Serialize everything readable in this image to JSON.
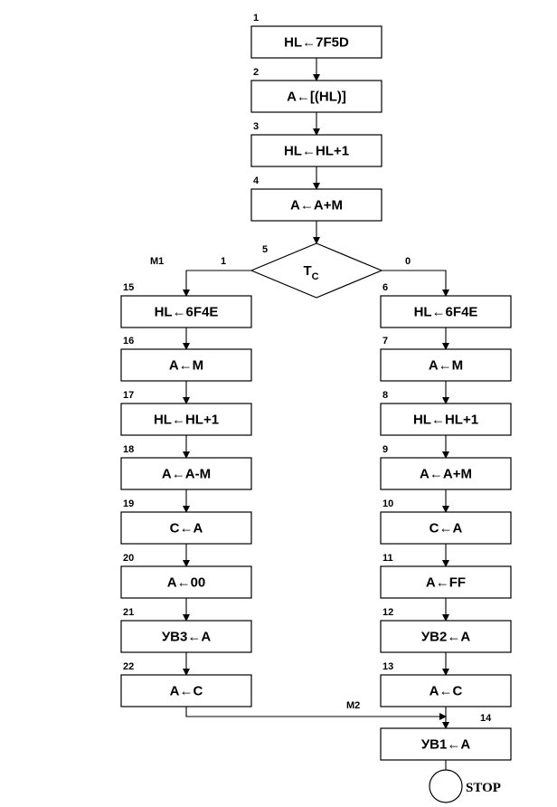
{
  "nodes": [
    {
      "id": "1",
      "label": "HL←7F5D"
    },
    {
      "id": "2",
      "label": "A←[(HL)]"
    },
    {
      "id": "3",
      "label": "HL←HL+1"
    },
    {
      "id": "4",
      "label": "A←A+M"
    },
    {
      "id": "5",
      "label": "T",
      "sub": "C",
      "kind": "decision"
    },
    {
      "id": "6",
      "label": "HL←6F4E"
    },
    {
      "id": "7",
      "label": "A←M"
    },
    {
      "id": "8",
      "label": "HL←HL+1"
    },
    {
      "id": "9",
      "label": "A←A+M"
    },
    {
      "id": "10",
      "label": "C←A"
    },
    {
      "id": "11",
      "label": "A←FF"
    },
    {
      "id": "12",
      "label": "УВ2←A"
    },
    {
      "id": "13",
      "label": "A←C"
    },
    {
      "id": "14",
      "label": "УВ1←A"
    },
    {
      "id": "15",
      "label": "HL←6F4E"
    },
    {
      "id": "16",
      "label": "A←M"
    },
    {
      "id": "17",
      "label": "HL←HL+1"
    },
    {
      "id": "18",
      "label": "A←A-M"
    },
    {
      "id": "19",
      "label": "C←A"
    },
    {
      "id": "20",
      "label": "A←00"
    },
    {
      "id": "21",
      "label": "УВ3←A"
    },
    {
      "id": "22",
      "label": "A←C"
    }
  ],
  "branch_labels": {
    "left": "1",
    "right": "0",
    "marker_left": "M1",
    "marker_join": "M2"
  },
  "terminal": "STOP"
}
